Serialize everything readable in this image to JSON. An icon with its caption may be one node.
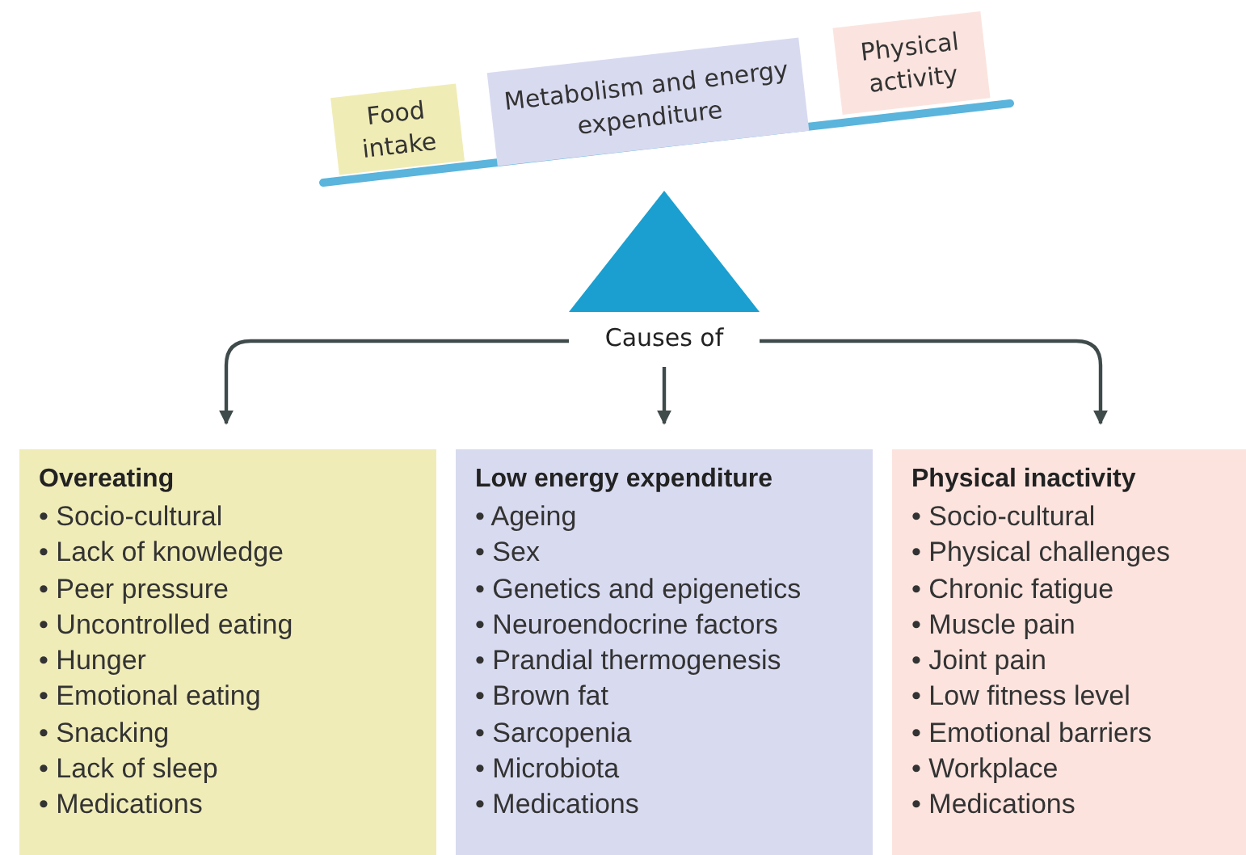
{
  "diagram": {
    "nodes": [
      {
        "text": [
          "Food intake"
        ]
      },
      {
        "text": [
          "Metabolism and energy expenditure"
        ]
      },
      {
        "text": [
          "Physical activity"
        ]
      },
      {
        "text": [
          "Causes of"
        ]
      },
      {
        "text": [
          "Overeating",
          "• Socio-cultural",
          "• Lack of knowledge",
          "• Peer pressure",
          "• Uncontrolled eating",
          "• Hunger",
          "• Emotional eating",
          "• Snacking",
          "• Lack of sleep",
          "• Medications"
        ]
      },
      {
        "text": [
          "Low energy expenditure",
          "• Ageing",
          "• Sex",
          "• Genetics and epigenetics",
          "• Neuroendocrine factors",
          "• Prandial thermogenesis",
          "• Brown fat",
          "• Sarcopenia",
          "• Microbiota",
          "• Medications"
        ]
      },
      {
        "text": [
          "Physical inactivity",
          "• Socio-cultural",
          "• Physical challenges",
          "• Chronic fatigue",
          "• Muscle pain",
          "• Joint pain",
          "• Low fitness level",
          "• Emotional barriers",
          "• Workplace",
          "• Medications"
        ]
      }
    ],
    "edges": [
      {
        "from": 3,
        "to": 4,
        "arrow": "to"
      },
      {
        "from": 3,
        "to": 5,
        "arrow": "to"
      },
      {
        "from": 3,
        "to": 6,
        "arrow": "to"
      }
    ]
  }
}
